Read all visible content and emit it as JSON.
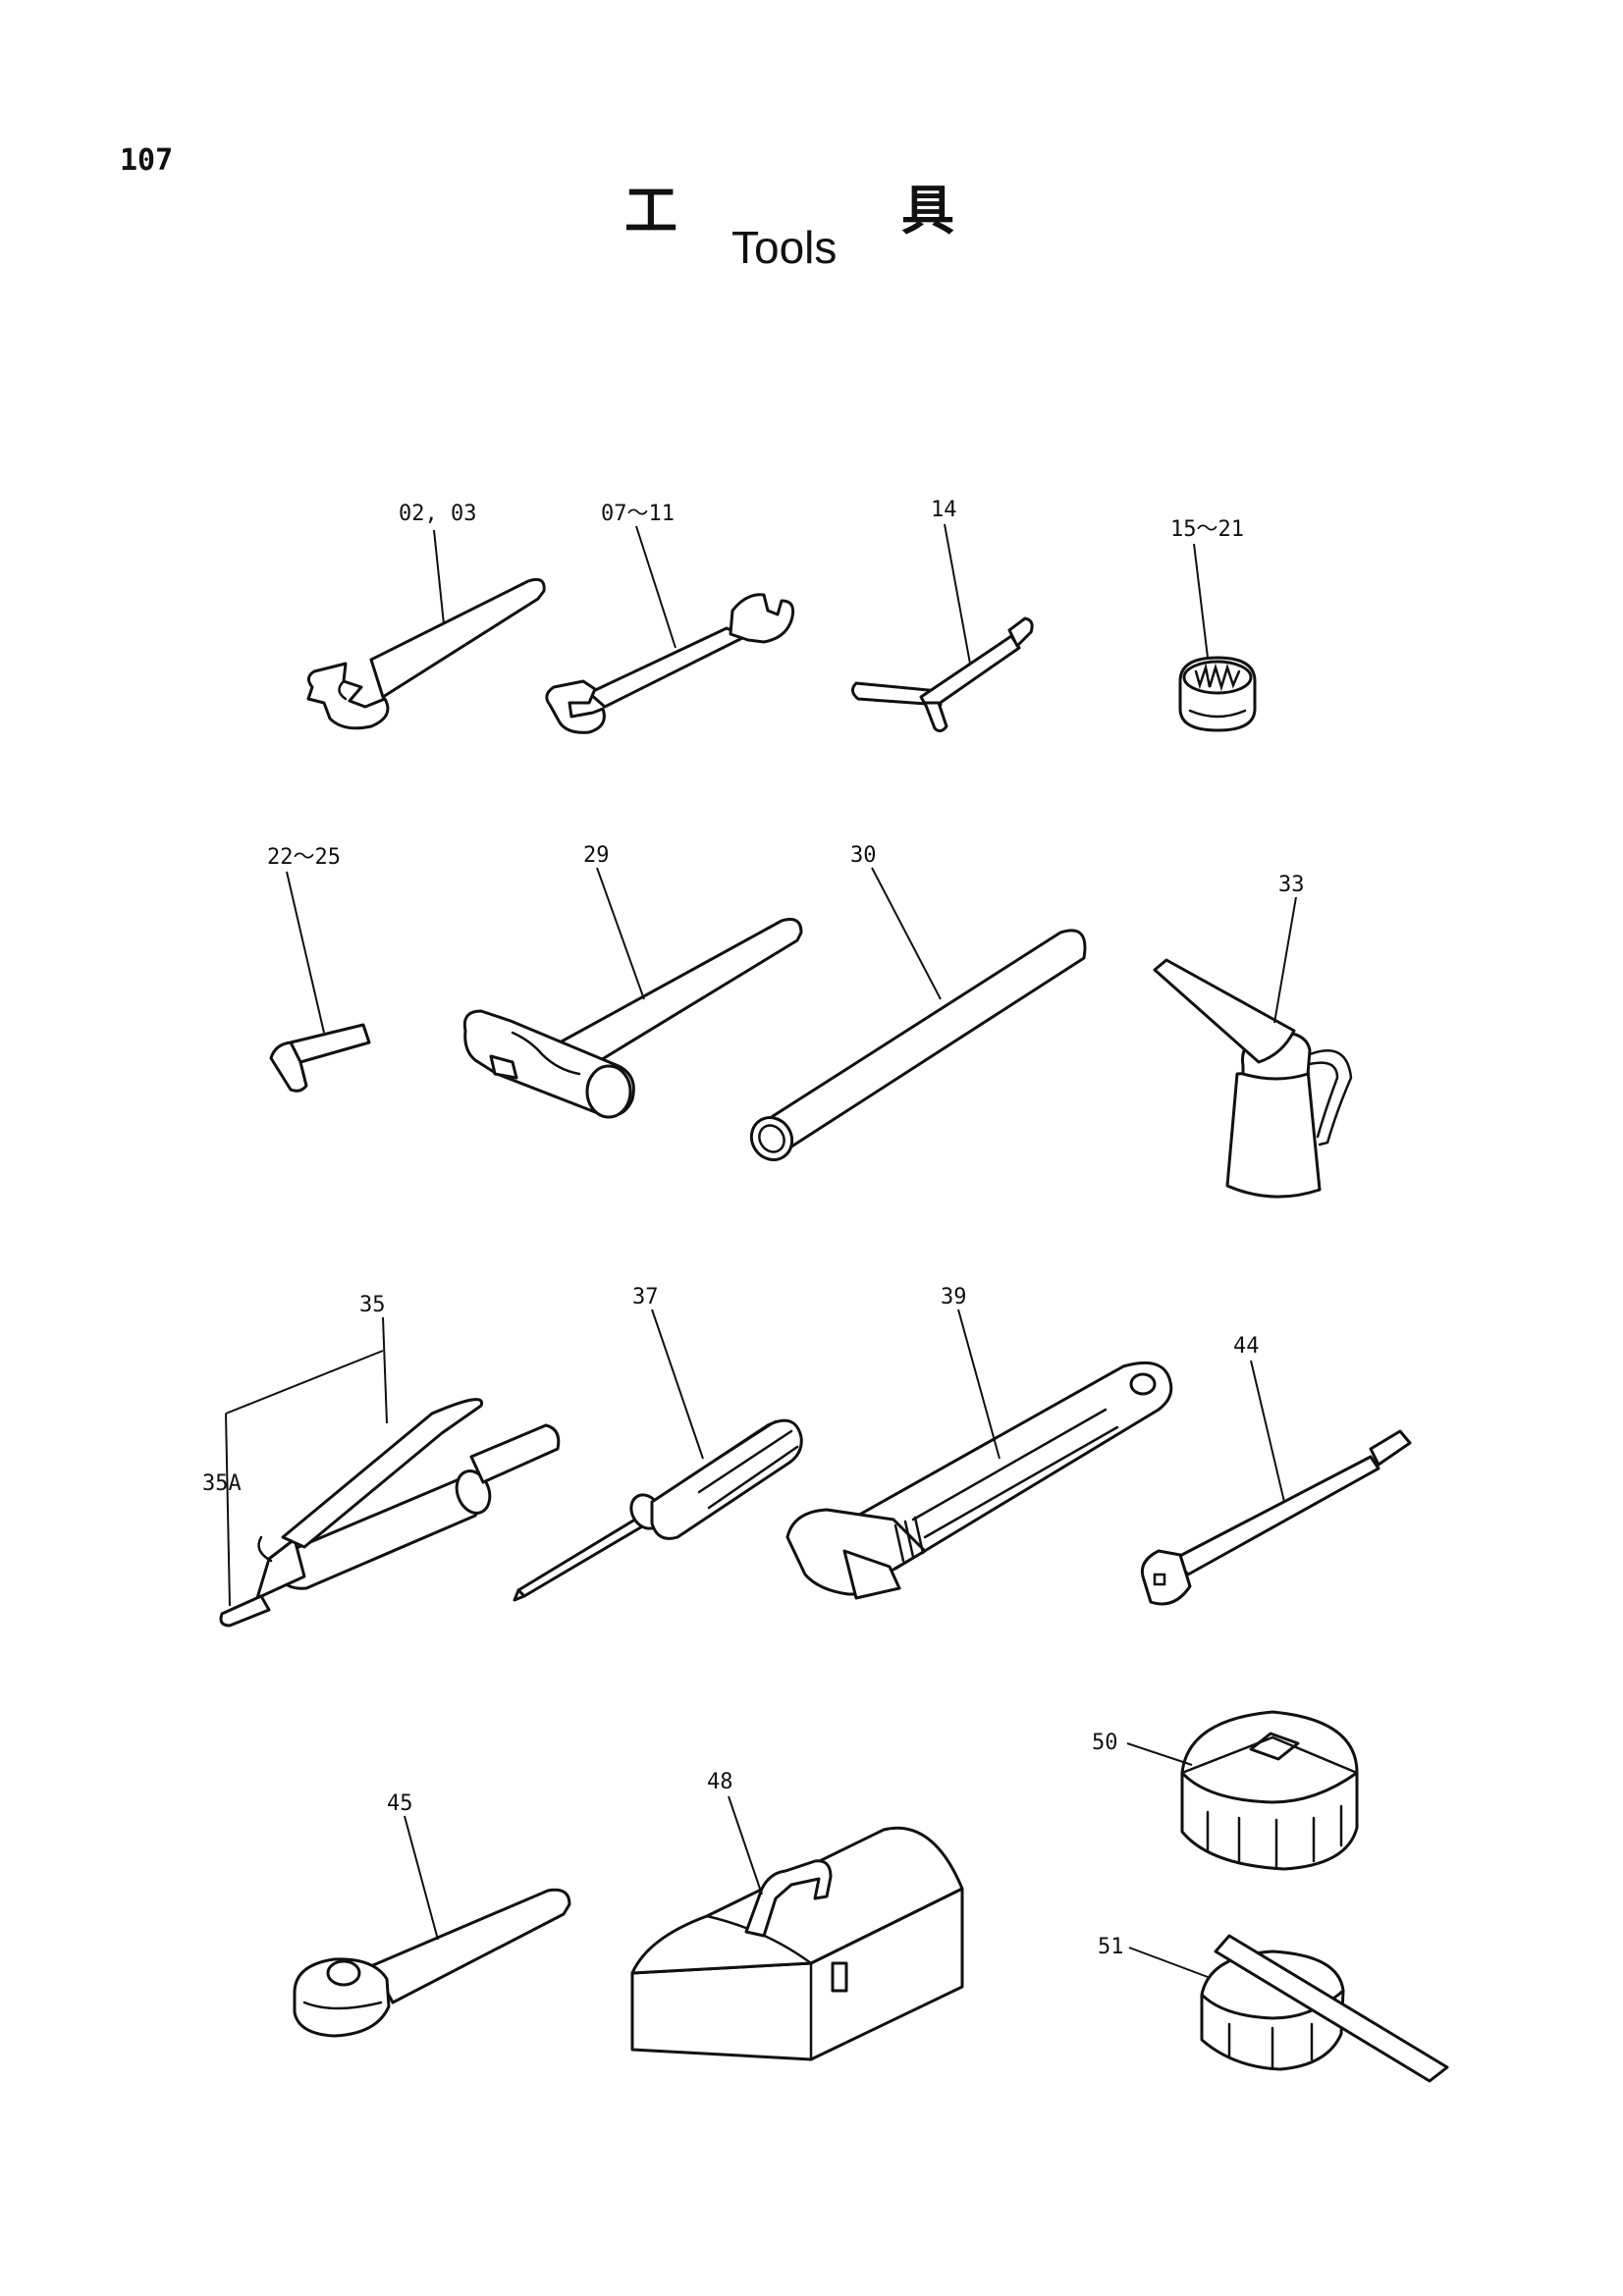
{
  "page": {
    "number": "107",
    "title_jp_1": "工",
    "title_jp_2": "具",
    "title_en": "Tools"
  },
  "callouts": {
    "c0203": "02, 03",
    "c0711": "07～11",
    "c14": "14",
    "c1521": "15～21",
    "c2225": "22～25",
    "c29": "29",
    "c30": "30",
    "c33": "33",
    "c35": "35",
    "c35a": "35A",
    "c37": "37",
    "c39": "39",
    "c44": "44",
    "c45": "45",
    "c48": "48",
    "c50": "50",
    "c51": "51"
  }
}
